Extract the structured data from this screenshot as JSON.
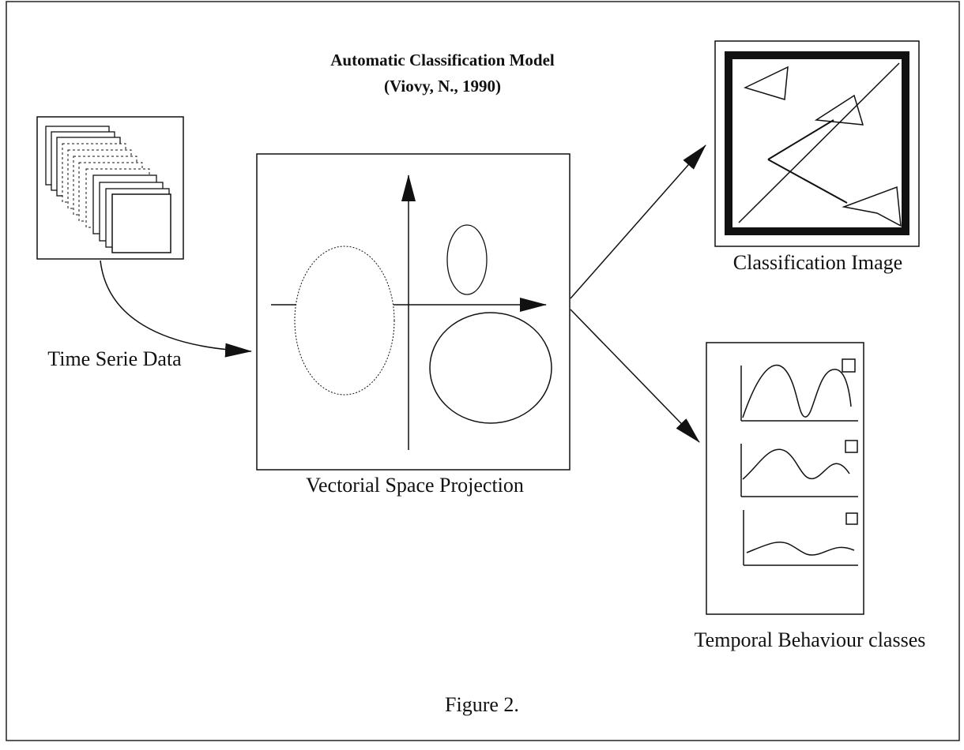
{
  "diagram": {
    "title": "Automatic Classification Model",
    "citation": "(Viovy, N., 1990)",
    "caption": "Figure 2."
  },
  "nodes": {
    "input": {
      "label": "Time Serie Data"
    },
    "projection": {
      "label": "Vectorial Space Projection"
    },
    "classification": {
      "label": "Classification Image"
    },
    "temporal": {
      "label": "Temporal Behaviour classes"
    }
  },
  "edges": [
    {
      "from": "Time Serie Data",
      "to": "Vectorial Space Projection"
    },
    {
      "from": "Vectorial Space Projection",
      "to": "Classification Image"
    },
    {
      "from": "Vectorial Space Projection",
      "to": "Temporal Behaviour classes"
    }
  ],
  "colors": {
    "ink": "#111111",
    "background": "#ffffff"
  }
}
